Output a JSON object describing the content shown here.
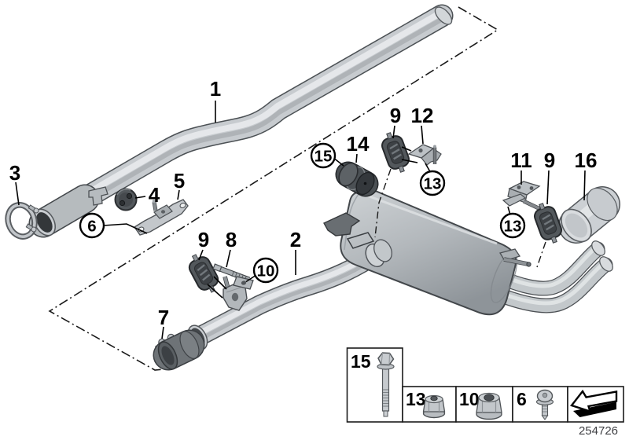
{
  "diagram": {
    "kind": "exploded-parts-diagram",
    "doc_number": "254726"
  },
  "colors": {
    "background": "#ffffff",
    "line": "#1a1a1a",
    "metal_light": "#d6d9dc",
    "metal_mid": "#c0c5c8",
    "metal_dark": "#8f959a",
    "rubber_dark": "#4e5357"
  },
  "callouts": [
    {
      "label": "1",
      "style": "plain"
    },
    {
      "label": "2",
      "style": "plain"
    },
    {
      "label": "3",
      "style": "plain"
    },
    {
      "label": "4",
      "style": "plain"
    },
    {
      "label": "5",
      "style": "plain"
    },
    {
      "label": "6",
      "style": "circled"
    },
    {
      "label": "7",
      "style": "plain"
    },
    {
      "label": "8",
      "style": "plain"
    },
    {
      "label": "9",
      "style": "plain"
    },
    {
      "label": "9",
      "style": "plain"
    },
    {
      "label": "9",
      "style": "plain"
    },
    {
      "label": "10",
      "style": "circled"
    },
    {
      "label": "11",
      "style": "plain"
    },
    {
      "label": "12",
      "style": "plain"
    },
    {
      "label": "13",
      "style": "circled"
    },
    {
      "label": "13",
      "style": "circled"
    },
    {
      "label": "14",
      "style": "plain"
    },
    {
      "label": "15",
      "style": "circled"
    },
    {
      "label": "16",
      "style": "plain"
    }
  ],
  "legend": {
    "cells": [
      {
        "label": "15",
        "icon": "hex-bolt-icon"
      },
      {
        "label": "13",
        "icon": "flange-nut-icon"
      },
      {
        "label": "10",
        "icon": "flange-nut-large-icon"
      },
      {
        "label": "6",
        "icon": "pan-head-screw-icon"
      },
      {
        "label": "",
        "icon": "direction-of-travel-arrow-icon"
      }
    ],
    "doc_number": "254726"
  }
}
